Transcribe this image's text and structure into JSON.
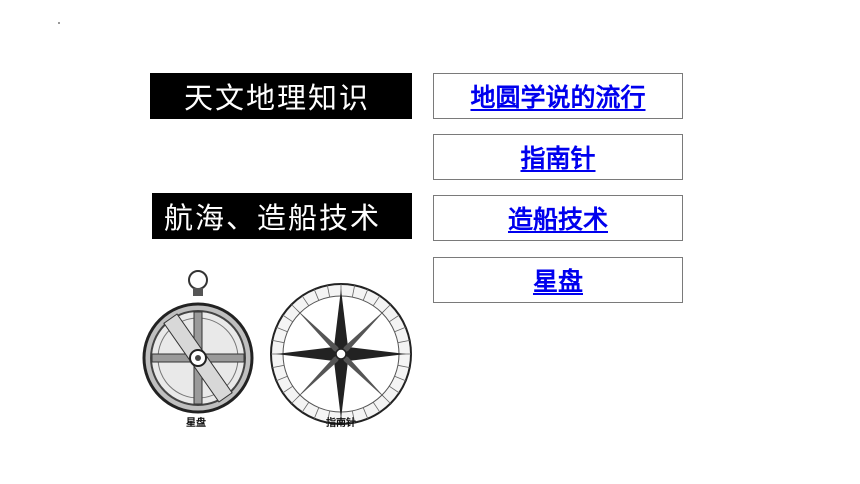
{
  "left_labels": {
    "astronomy_geography": "天文地理知识",
    "navigation_shipbuilding": "航海、造船技术"
  },
  "links": [
    {
      "label": "地圆学说的流行"
    },
    {
      "label": "指南针"
    },
    {
      "label": "造船技术"
    },
    {
      "label": "星盘"
    }
  ],
  "figures": {
    "astrolabe_caption": "星盘",
    "compass_caption": "指南针"
  },
  "colors": {
    "label_background": "#000000",
    "label_text": "#ffffff",
    "link_text": "#0000ee",
    "box_border": "#7a7a7a"
  }
}
